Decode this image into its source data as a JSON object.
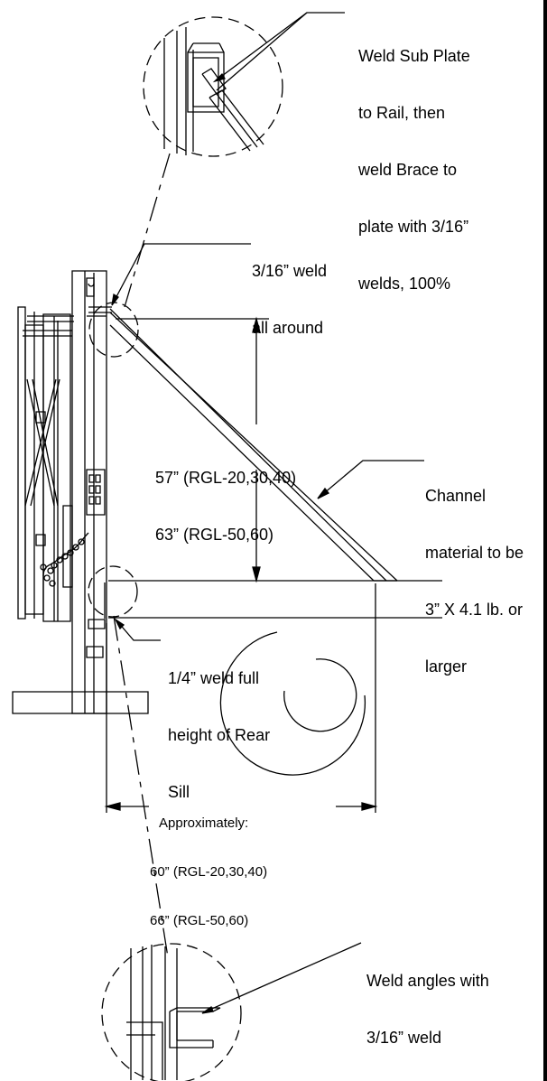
{
  "callouts": {
    "sub_plate": [
      "Weld Sub Plate",
      "to Rail, then",
      "weld Brace to",
      "plate with 3/16”",
      "welds, 100%"
    ],
    "weld_all_around": [
      "3/16” weld",
      "all around"
    ],
    "height_dimension": [
      "57” (RGL-20,30,40)",
      "63” (RGL-50,60)"
    ],
    "channel_material": [
      "Channel",
      "material to be",
      "3” X 4.1 lb. or",
      "larger"
    ],
    "rear_sill_weld": [
      "1/4” weld full",
      "height of Rear",
      "Sill"
    ],
    "horizontal_dimension": [
      "Approximately:",
      "60” (RGL-20,30,40)",
      "66” (RGL-50,60)"
    ],
    "weld_angles": [
      "Weld angles with",
      "3/16” weld"
    ]
  },
  "colors": {
    "line": "#000000",
    "background": "#ffffff"
  }
}
